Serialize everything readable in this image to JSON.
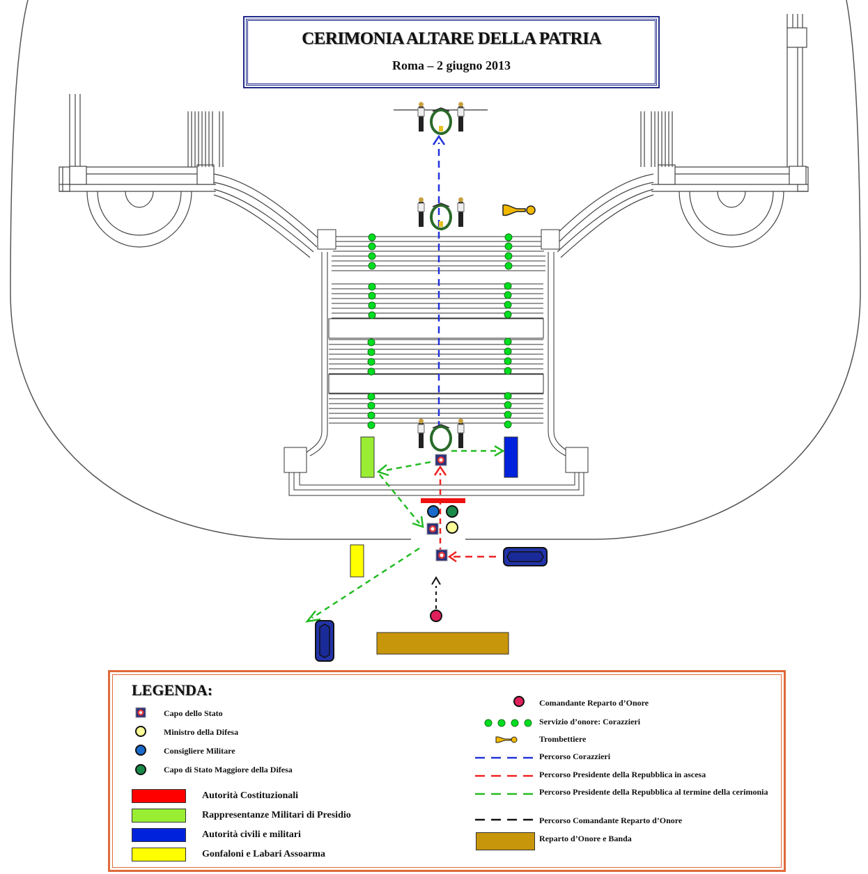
{
  "title": {
    "main": "CERIMONIA ALTARE DELLA PATRIA",
    "sub": "Roma – 2 giugno 2013"
  },
  "colors": {
    "autorita_costituzionali": "#ff0000",
    "rappresentanze_militari": "#99ee33",
    "autorita_civili": "#0022dd",
    "gonfaloni": "#ffff00",
    "reparto_onore": "#c8960a",
    "corazzieri": "#00dd22",
    "percorso_corazzieri": "#2233dd",
    "percorso_ascesa": "#ee2222",
    "percorso_termine": "#22bb22",
    "percorso_comandante": "#111111",
    "comandante": "#e0205a",
    "ministro": "#ffff99",
    "consigliere": "#1a6acc",
    "capo_stato_maggiore": "#1a8a4a",
    "border_legend": "#e06a3a",
    "border_title": "#1f2a8a"
  },
  "legend": {
    "title": "LEGENDA:",
    "left_items": [
      {
        "icon": "capo-stato-icon",
        "label": "Capo dello Stato"
      },
      {
        "icon": "ministro-icon",
        "label": "Ministro della Difesa"
      },
      {
        "icon": "consigliere-icon",
        "label": "Consigliere Militare"
      },
      {
        "icon": "capo-stato-maggiore-icon",
        "label": "Capo di Stato Maggiore della Difesa"
      }
    ],
    "swatch_items": [
      {
        "color": "#ff0000",
        "label": "Autorità Costituzionali"
      },
      {
        "color": "#99ee33",
        "label": "Rappresentanze Militari di Presidio"
      },
      {
        "color": "#0022dd",
        "label": "Autorità civili e militari"
      },
      {
        "color": "#ffff00",
        "label": "Gonfaloni e Labari Assoarma"
      }
    ],
    "right_items": [
      {
        "icon": "comandante-icon",
        "label": "Comandante Reparto d’Onore"
      },
      {
        "icon": "corazzieri-icon",
        "label": "Servizio d’onore: Corazzieri"
      },
      {
        "icon": "trombettiere-icon",
        "label": "Trombettiere"
      },
      {
        "icon": "blue-dash-icon",
        "label": "Percorso Corazzieri"
      },
      {
        "icon": "red-dash-icon",
        "label": "Percorso Presidente della Repubblica in ascesa"
      },
      {
        "icon": "green-dash-icon",
        "label": "Percorso Presidente della Repubblica al termine della cerimonia"
      },
      {
        "icon": "black-dash-icon",
        "label": "Percorso Comandante Reparto d’Onore"
      },
      {
        "icon": "reparto-swatch-icon",
        "label": "Reparto d’Onore e Banda"
      }
    ]
  }
}
